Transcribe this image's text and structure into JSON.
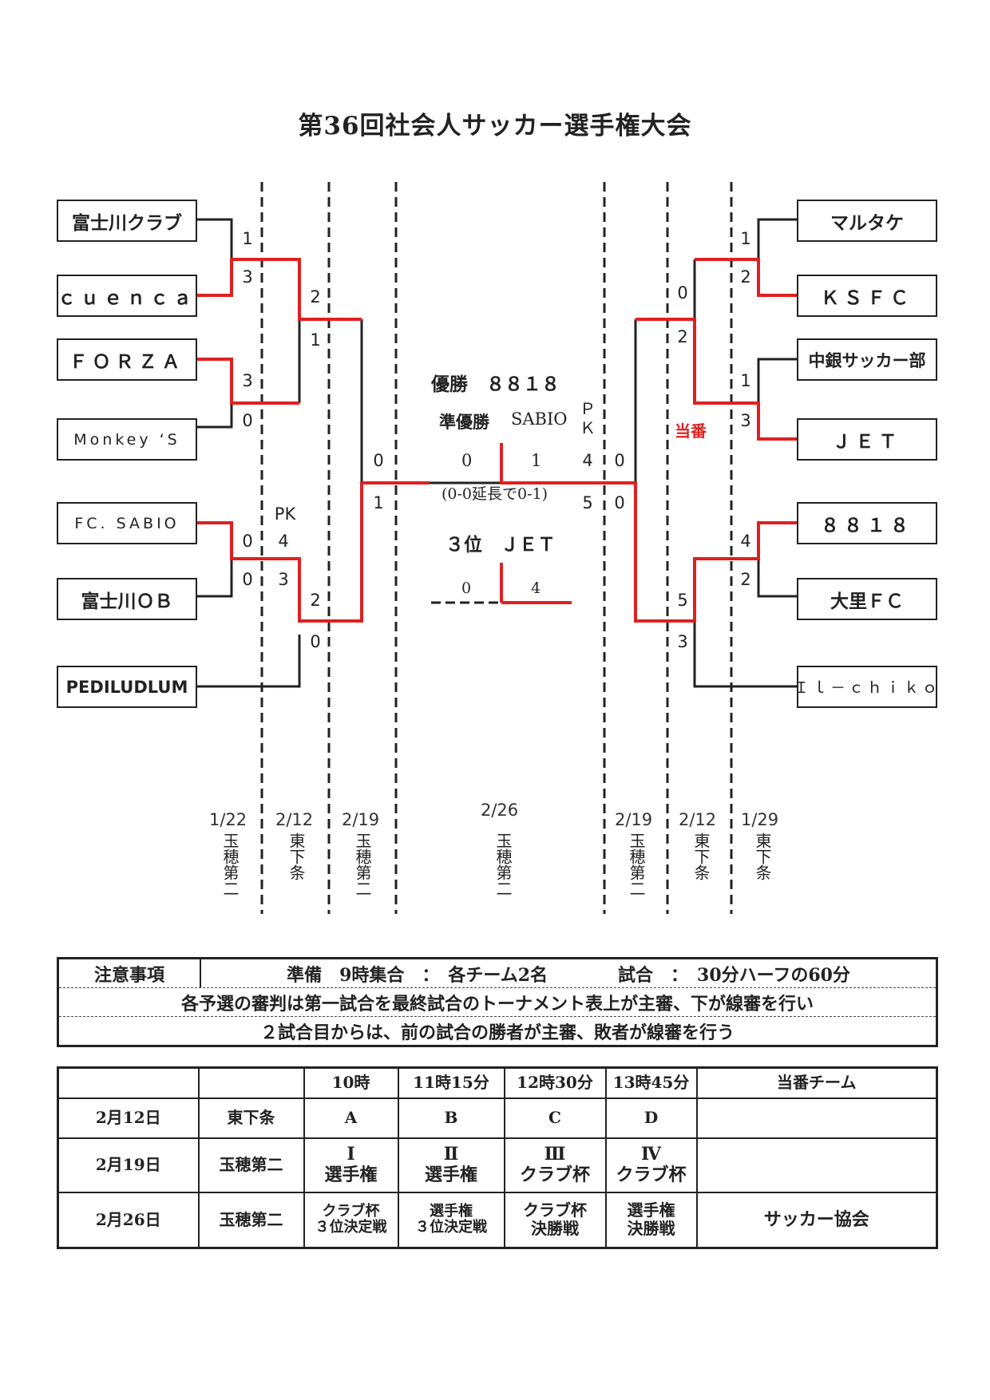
{
  "title": "第36回社会人サッカー選手権大会",
  "teams_left": [
    "富士川クラブ",
    "ｃｕｅｎｃａ",
    "ＦＯＲＺＡ",
    "Monkey ‘S",
    "FC. SABIO",
    "富士川ＯＢ",
    "PEDILUDLUM"
  ],
  "teams_right": [
    "マルタケ",
    "ＫＳＦＣ",
    "中銀サッカー部",
    "ＪＥＴ",
    "８８１８",
    "大里ＦＣ",
    "Ｉｌ－ｃｈｉｋｏ"
  ],
  "scores": {
    "l1a": "1",
    "l1b": "3",
    "l2a": "3",
    "l2b": "0",
    "l3a": "0",
    "l3b": "0",
    "pk_label": "PK",
    "l3pa": "4",
    "l3pb": "3",
    "l4a": "2",
    "l4b": "1",
    "l5a": "2",
    "l5b": "0",
    "l6a": "0",
    "l6b": "1",
    "r1a": "1",
    "r1b": "2",
    "r2a": "1",
    "r2b": "3",
    "r3a": "4",
    "r3b": "2",
    "r4a": "0",
    "r4b": "2",
    "r5a": "5",
    "r5b": "3",
    "r6a": "0",
    "r6b": "0",
    "rpk": "ＰＫ",
    "rpka": "4",
    "rpkb": "5"
  },
  "results": {
    "champion": "優勝　８８１８",
    "runnerup_label": "準優勝",
    "runnerup_team": "SABIO",
    "final_left": "0",
    "final_right": "1",
    "final_note": "(0-0延長で0-1)",
    "third": "３位　ＪＥＴ",
    "third_left": "0",
    "third_right": "4",
    "duty": "当番"
  },
  "dates": {
    "c1": "1/22",
    "c2": "2/12",
    "c3": "2/19",
    "c4": "2/26",
    "c5": "2/19",
    "c6": "2/12",
    "c7": "1/29"
  },
  "venues": {
    "v1": "玉穂第二",
    "v2": "東下条",
    "v3": "玉穂第二",
    "v4": "玉穂第二",
    "v5": "玉穂第二",
    "v6": "東下条",
    "v7": "東下条"
  },
  "notes": {
    "label": "注意事項",
    "line1": "準備　9時集合　：　各チーム2名　　　　試合　：　30分ハーフの60分",
    "line2": "各予選の審判は第一試合を最終試合のトーナメント表上が主審、下が線審を行い",
    "line3": "２試合目からは、前の試合の勝者が主審、敗者が線審を行う"
  },
  "schedule": {
    "headers": [
      "",
      "",
      "10時",
      "11時15分",
      "12時30分",
      "13時45分",
      "当番チーム"
    ],
    "rows": [
      {
        "date": "2月12日",
        "venue": "東下条",
        "c1": "A",
        "c2": "B",
        "c3": "C",
        "c4": "D",
        "duty": ""
      },
      {
        "date": "2月19日",
        "venue": "玉穂第二",
        "c1": "Ⅰ\n選手権",
        "c2": "Ⅱ\n選手権",
        "c3": "Ⅲ\nクラブ杯",
        "c4": "Ⅳ\nクラブ杯",
        "duty": ""
      },
      {
        "date": "2月26日",
        "venue": "玉穂第二",
        "c1": "クラブ杯\n３位決定戦",
        "c2": "選手権\n３位決定戦",
        "c3": "クラブ杯\n決勝戦",
        "c4": "選手権\n決勝戦",
        "duty": "サッカー協会"
      }
    ]
  },
  "colors": {
    "winner": "#e02020",
    "line": "#222222"
  }
}
